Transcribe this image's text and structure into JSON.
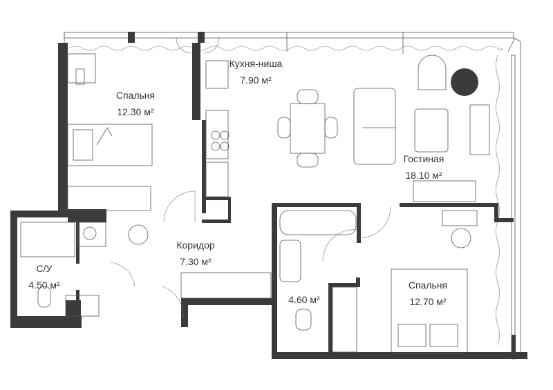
{
  "plan": {
    "wall_color": "#3b3b3b",
    "area_unit": "м²",
    "rooms": [
      {
        "name": "Спальня",
        "area": "12.30 м²"
      },
      {
        "name": "Кухня-ниша",
        "area": "7.90 м²"
      },
      {
        "name": "Гостиная",
        "area": "18.10 м²"
      },
      {
        "name": "Коридор",
        "area": "7.30 м²"
      },
      {
        "name": "С/У",
        "area": "4.50 м²"
      },
      {
        "name": "",
        "area": "4.60 м²"
      },
      {
        "name": "Спальня",
        "area": "12.70 м²"
      }
    ]
  }
}
